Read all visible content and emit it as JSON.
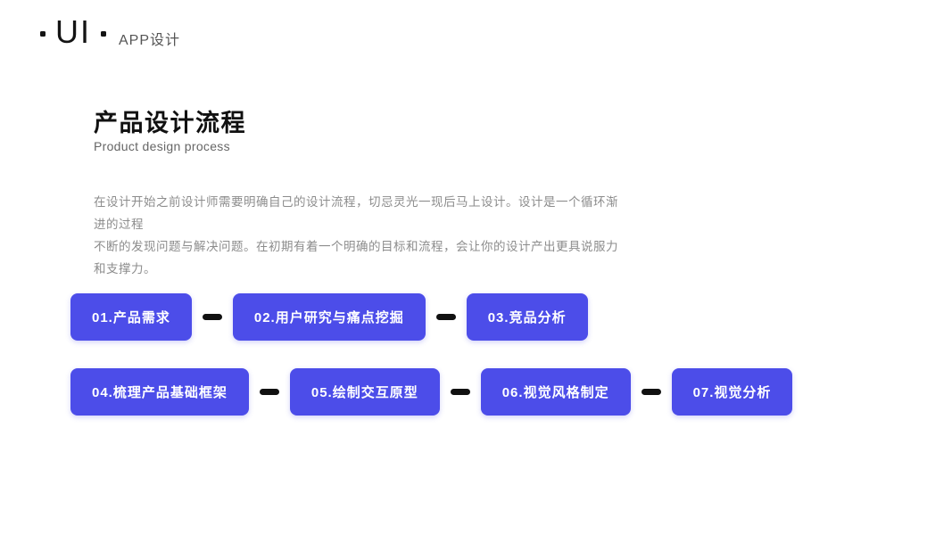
{
  "brand": {
    "name": "UI",
    "tagline": "APP设计"
  },
  "header": {
    "title": "产品设计流程",
    "subtitle": "Product design process"
  },
  "intro": {
    "line1": "在设计开始之前设计师需要明确自己的设计流程，切忌灵光一现后马上设计。设计是一个循环渐进的过程",
    "line2": "不断的发现问题与解决问题。在初期有着一个明确的目标和流程，会让你的设计产出更具说服力和支撑力。"
  },
  "flow": {
    "rows": [
      {
        "steps": [
          "01.产品需求",
          "02.用户研究与痛点挖掘",
          "03.竞品分析"
        ]
      },
      {
        "steps": [
          "04.梳理产品基础框架",
          "05.绘制交互原型",
          "06.视觉风格制定",
          "07.视觉分析"
        ]
      }
    ]
  },
  "colors": {
    "accent": "#4C4DE9",
    "connector": "#111111",
    "title": "#111111",
    "muted_text": "#8C8C8C"
  }
}
